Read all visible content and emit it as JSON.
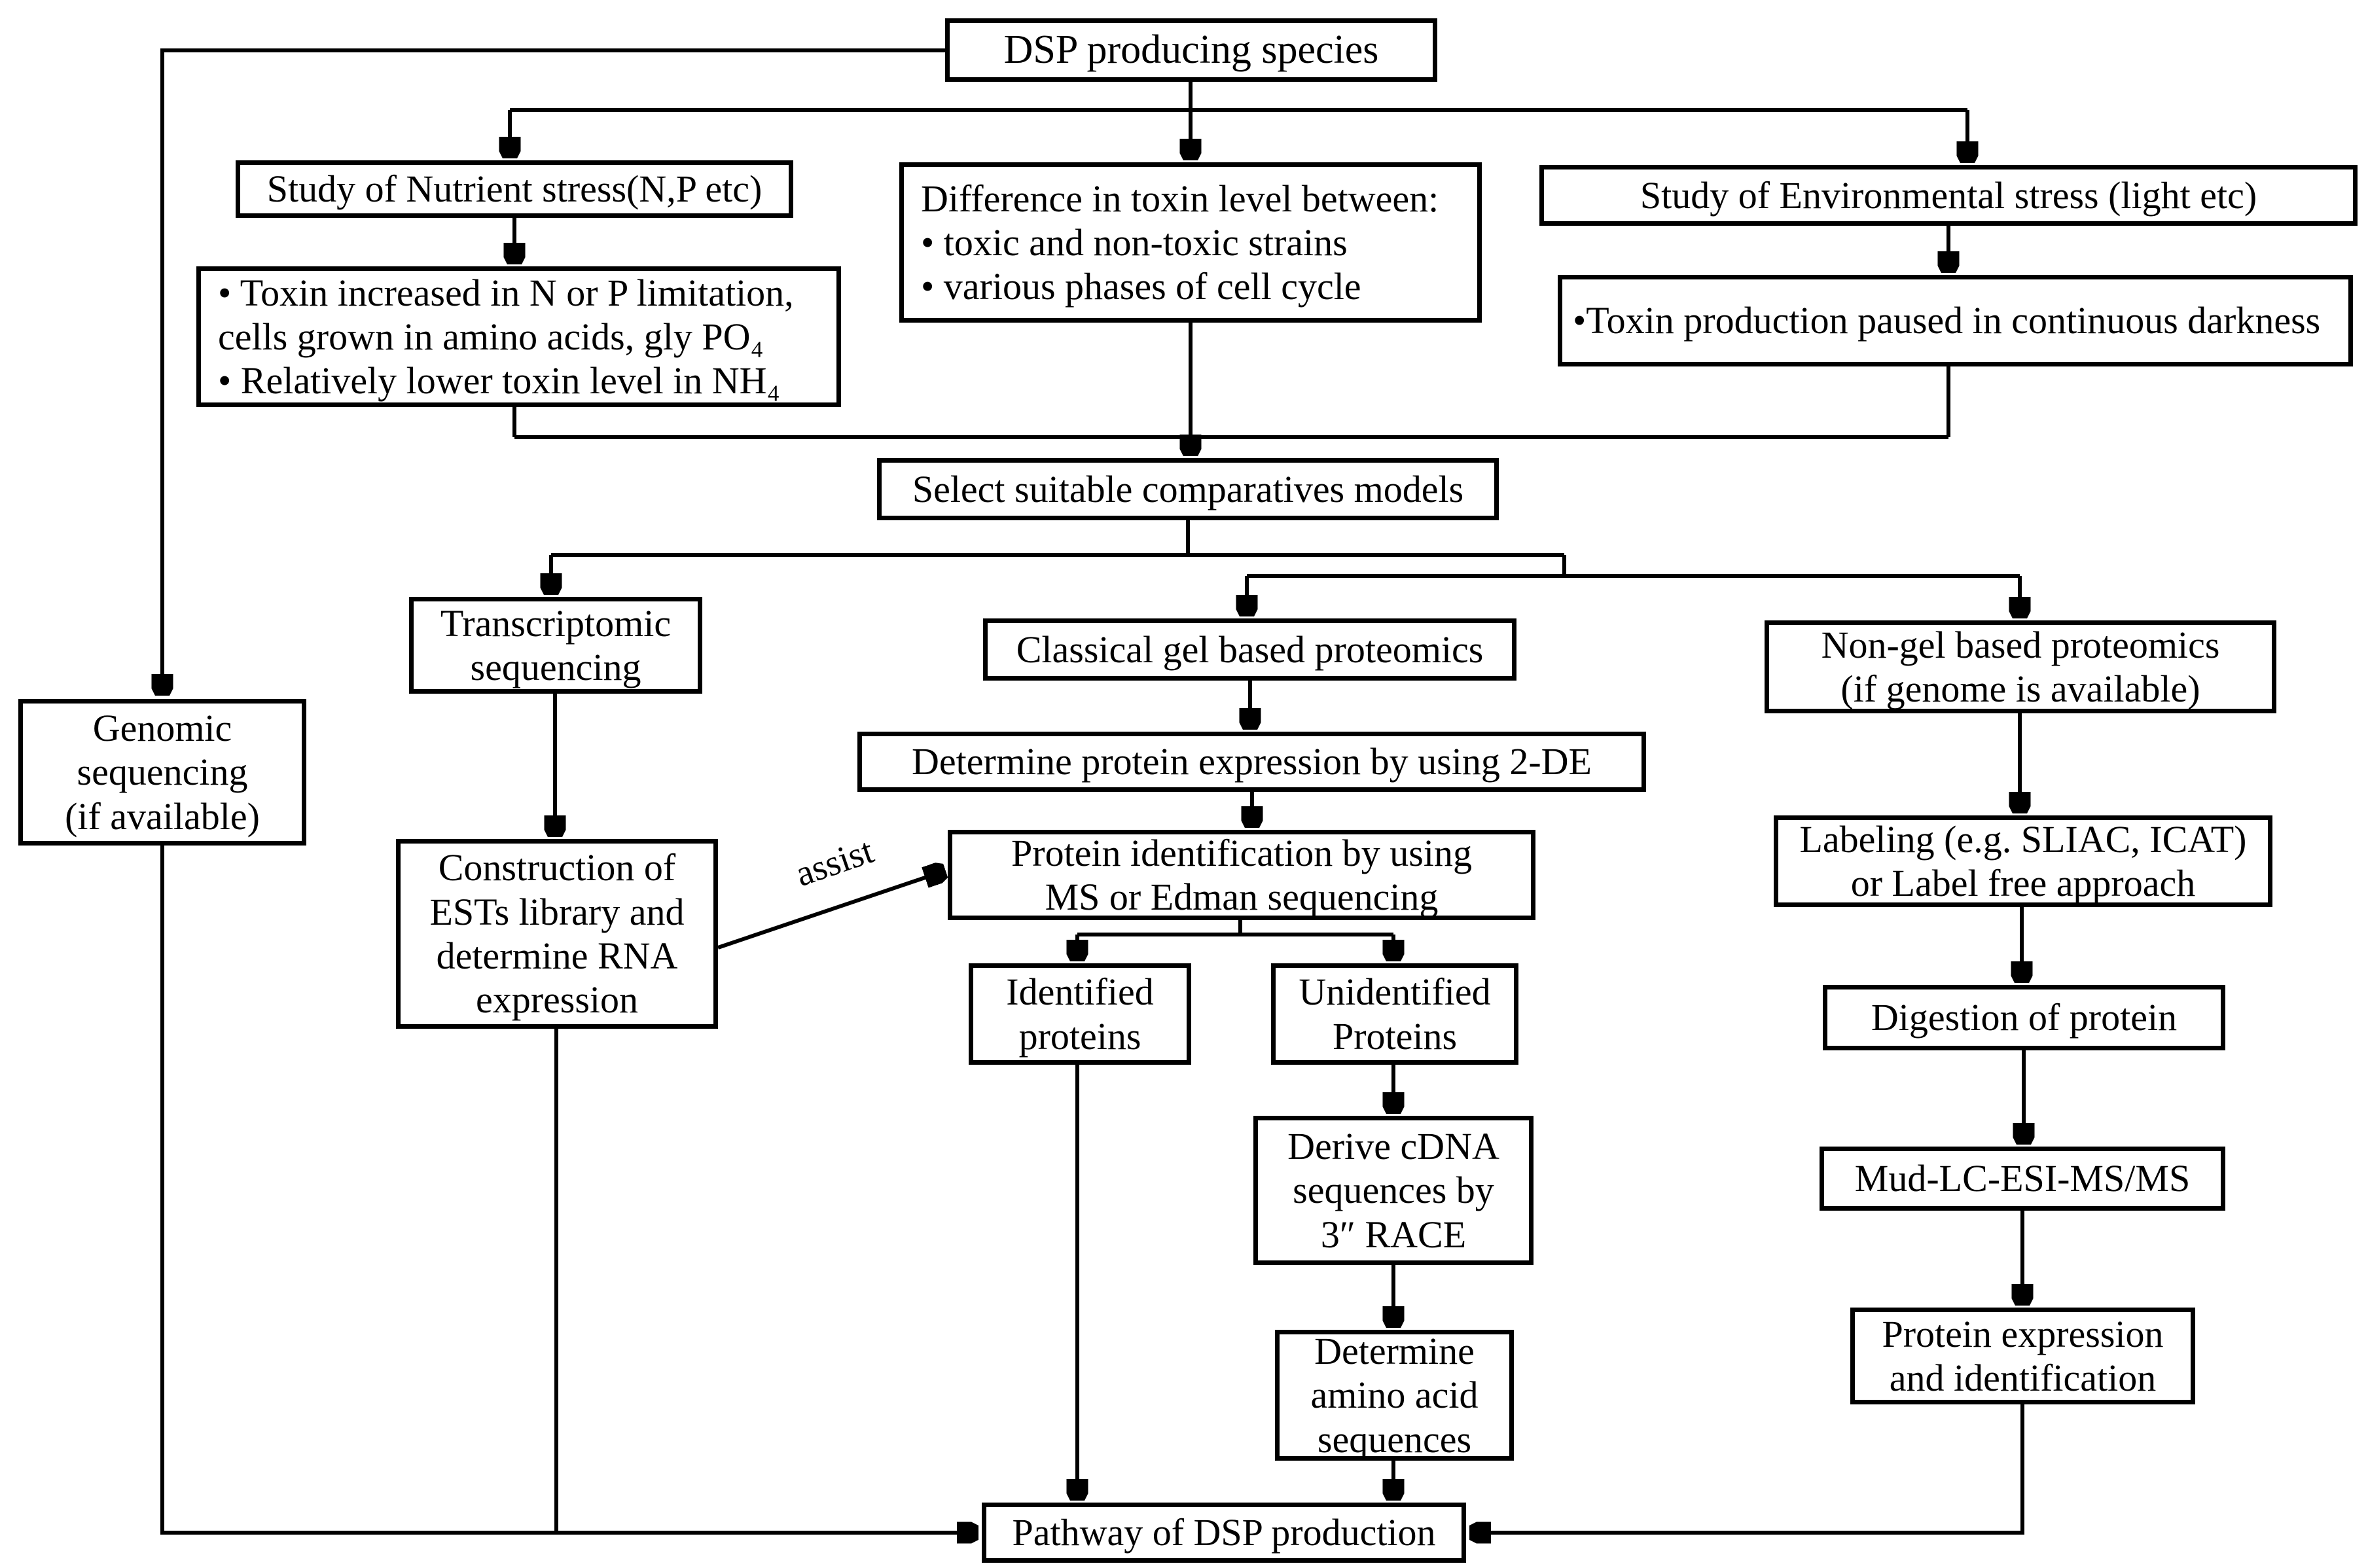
{
  "diagram": {
    "title": "DSP toxin production research workflow",
    "type": "flowchart",
    "colors": {
      "background": "#ffffff",
      "line": "#000000",
      "box_border": "#000000",
      "text": "#000000"
    }
  },
  "nodes": {
    "dsp": {
      "label": "DSP producing species"
    },
    "nutrient": {
      "label": "Study of Nutrient stress(N,P etc)"
    },
    "difference": {
      "label": "Difference in toxin level between:\n• toxic and non-toxic strains\n• various phases of cell cycle"
    },
    "environment": {
      "label": "Study of Environmental stress (light etc)"
    },
    "nutrient_result": {
      "label": "• Toxin increased in N or P limitation,\ncells grown in amino acids, gly PO₄\n• Relatively lower toxin level in NH₄"
    },
    "environment_result": {
      "label": "•Toxin production paused in continuous darkness"
    },
    "select": {
      "label": "Select suitable comparatives models"
    },
    "transcriptomic": {
      "label": "Transcriptomic\nsequencing"
    },
    "genomic": {
      "label": "Genomic\nsequencing\n(if available)"
    },
    "classical": {
      "label": "Classical gel based proteomics"
    },
    "nongel": {
      "label": "Non-gel based proteomics\n(if genome is available)"
    },
    "twode": {
      "label": "Determine protein expression by using 2-DE"
    },
    "labeling": {
      "label": "Labeling (e.g. SLIAC, ICAT)\nor Label free approach"
    },
    "construction": {
      "label": "Construction of\nESTs library and\ndetermine RNA\nexpression"
    },
    "proteinid": {
      "label": "Protein identification by using\nMS or Edman sequencing"
    },
    "identified": {
      "label": "Identified\nproteins"
    },
    "unidentified": {
      "label": "Unidentified\nProteins"
    },
    "cdna": {
      "label": "Derive cDNA\nsequences by\n3″ RACE"
    },
    "amino": {
      "label": "Determine\namino acid\nsequences"
    },
    "digestion": {
      "label": "Digestion of protein"
    },
    "mudlc": {
      "label": "Mud-LC-ESI-MS/MS"
    },
    "proteinexpr": {
      "label": "Protein expression\nand identification"
    },
    "pathway": {
      "label": "Pathway of DSP production"
    }
  },
  "edge_labels": {
    "assist": "assist"
  },
  "edges": [
    {
      "from": "dsp",
      "to": "nutrient"
    },
    {
      "from": "dsp",
      "to": "difference"
    },
    {
      "from": "dsp",
      "to": "environment"
    },
    {
      "from": "dsp",
      "to": "genomic"
    },
    {
      "from": "nutrient",
      "to": "nutrient_result"
    },
    {
      "from": "environment",
      "to": "environment_result"
    },
    {
      "from": "nutrient_result",
      "to": "select"
    },
    {
      "from": "difference",
      "to": "select"
    },
    {
      "from": "environment_result",
      "to": "select"
    },
    {
      "from": "select",
      "to": "transcriptomic"
    },
    {
      "from": "select",
      "to": "classical"
    },
    {
      "from": "select",
      "to": "nongel"
    },
    {
      "from": "transcriptomic",
      "to": "construction"
    },
    {
      "from": "construction",
      "to": "proteinid",
      "label": "assist"
    },
    {
      "from": "classical",
      "to": "twode"
    },
    {
      "from": "twode",
      "to": "proteinid"
    },
    {
      "from": "proteinid",
      "to": "identified"
    },
    {
      "from": "proteinid",
      "to": "unidentified"
    },
    {
      "from": "identified",
      "to": "pathway"
    },
    {
      "from": "unidentified",
      "to": "cdna"
    },
    {
      "from": "cdna",
      "to": "amino"
    },
    {
      "from": "amino",
      "to": "pathway"
    },
    {
      "from": "nongel",
      "to": "labeling"
    },
    {
      "from": "labeling",
      "to": "digestion"
    },
    {
      "from": "digestion",
      "to": "mudlc"
    },
    {
      "from": "mudlc",
      "to": "proteinexpr"
    },
    {
      "from": "proteinexpr",
      "to": "pathway"
    },
    {
      "from": "genomic",
      "to": "pathway"
    },
    {
      "from": "construction",
      "to": "pathway"
    }
  ]
}
